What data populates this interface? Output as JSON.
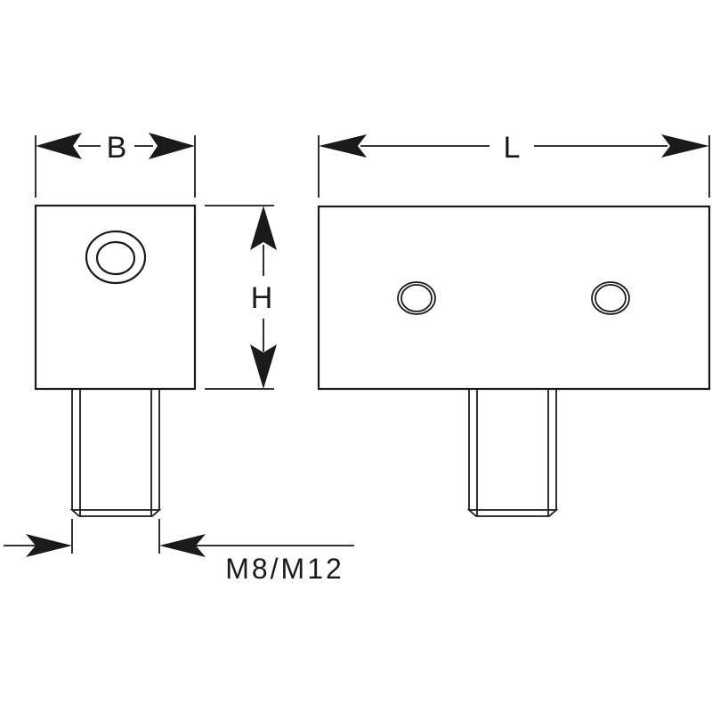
{
  "drawing": {
    "type": "technical dimension drawing",
    "views": [
      "side-view",
      "front-view"
    ],
    "colors": {
      "line": "#1a1a1a",
      "background": "#ffffff"
    }
  },
  "dimensions": {
    "width_label": "B",
    "length_label": "L",
    "height_label": "H",
    "thread_label": "M8/M12"
  },
  "side_view": {
    "holes": 1,
    "stud": "threaded stud"
  },
  "front_view": {
    "holes": 2,
    "stud": "threaded stud"
  }
}
